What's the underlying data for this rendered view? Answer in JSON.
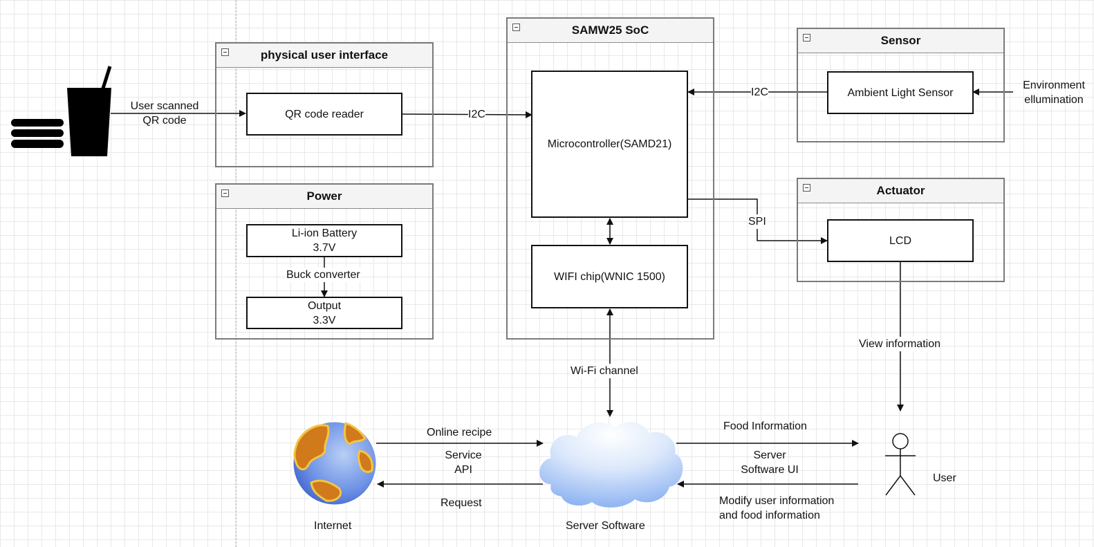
{
  "groups": {
    "pui": "physical user interface",
    "power": "Power",
    "soc": "SAMW25 SoC",
    "sensor": "Sensor",
    "actuator": "Actuator"
  },
  "nodes": {
    "qr_reader": "QR code reader",
    "battery_line1": "Li-ion Battery",
    "battery_line2": "3.7V",
    "output_line1": "Output",
    "output_line2": "3.3V",
    "mcu": "Microcontroller(SAMD21)",
    "wifi": "WIFI chip(WNIC 1500)",
    "light_sensor": "Ambient Light Sensor",
    "lcd": "LCD"
  },
  "edges": {
    "user_scanned_1": "User scanned",
    "user_scanned_2": "QR code",
    "i2c_qr": "I2C",
    "i2c_sensor": "I2C",
    "env_1": "Environment",
    "env_2": "ellumination",
    "buck": "Buck converter",
    "spi": "SPI",
    "view_info": "View information",
    "wifi_channel": "Wi-Fi channel",
    "online_recipe": "Online recipe",
    "service_api_1": "Service",
    "service_api_2": "API",
    "request": "Request",
    "food_info": "Food Information",
    "server_ui_1": "Server",
    "server_ui_2": "Software UI",
    "modify_1": "Modify user information",
    "modify_2": "and food information"
  },
  "actors": {
    "internet": "Internet",
    "server": "Server Software",
    "user": "User"
  },
  "icons": [
    "food-drink-icon",
    "globe-icon",
    "cloud-icon",
    "stick-figure-icon"
  ],
  "colors": {
    "group_border": "#7a7a7a",
    "group_header": "#f4f4f4",
    "edge": "#111111",
    "cloud_top": "#f4f8ff",
    "cloud_bottom": "#8fb6f2"
  }
}
